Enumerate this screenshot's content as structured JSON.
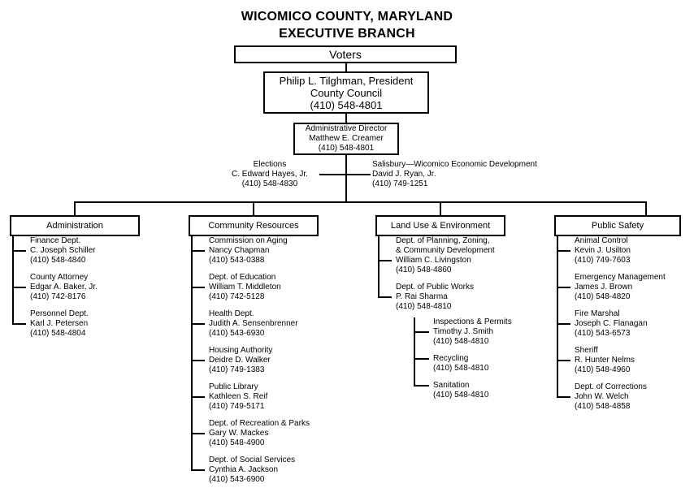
{
  "title": {
    "line1": "WICOMICO COUNTY, MARYLAND",
    "line2": "EXECUTIVE BRANCH"
  },
  "voters": {
    "label": "Voters"
  },
  "council": {
    "line1": "Philip L. Tilghman, President",
    "line2": "County Council",
    "phone": "(410) 548-4801"
  },
  "admin_director": {
    "line1": "Administrative Director",
    "line2": "Matthew E. Creamer",
    "phone": "(410) 548-4801"
  },
  "mid_entries": [
    {
      "title": "Elections",
      "name": "C. Edward Hayes, Jr.",
      "phone": "(410) 548-4830"
    },
    {
      "title": "Salisbury—Wicomico Economic Development",
      "name": "David J. Ryan, Jr.",
      "phone": "(410) 749-1251"
    }
  ],
  "departments": [
    {
      "name": "Administration",
      "entries": [
        {
          "title": "Finance Dept.",
          "name": "C. Joseph Schiller",
          "phone": "(410) 548-4840"
        },
        {
          "title": "County Attorney",
          "name": "Edgar A. Baker, Jr.",
          "phone": "(410) 742-8176"
        },
        {
          "title": "Personnel Dept.",
          "name": "Karl J. Petersen",
          "phone": "(410) 548-4804"
        }
      ]
    },
    {
      "name": "Community Resources",
      "entries": [
        {
          "title": "Commission on Aging",
          "name": "Nancy Chapman",
          "phone": "(410) 543-0388"
        },
        {
          "title": "Dept. of Education",
          "name": "William T. Middleton",
          "phone": "(410) 742-5128"
        },
        {
          "title": "Health Dept.",
          "name": "Judith A. Sensenbrenner",
          "phone": "(410) 543-6930"
        },
        {
          "title": "Housing Authority",
          "name": "Deidre D. Walker",
          "phone": "(410) 749-1383"
        },
        {
          "title": "Public Library",
          "name": "Kathleen S. Reif",
          "phone": "(410) 749-5171"
        },
        {
          "title": "Dept. of Recreation & Parks",
          "name": "Gary W. Mackes",
          "phone": "(410) 548-4900"
        },
        {
          "title": "Dept. of Social Services",
          "name": "Cynthia A. Jackson",
          "phone": "(410) 543-6900"
        }
      ]
    },
    {
      "name": "Land Use & Environment",
      "entries": [
        {
          "title": "Dept. of Planning, Zoning,",
          "title2": "& Community Development",
          "name": "William C. Livingston",
          "phone": "(410) 548-4860"
        },
        {
          "title": "Dept. of Public Works",
          "name": "P. Rai Sharma",
          "phone": "(410) 548-4810",
          "children": [
            {
              "title": "Inspections & Permits",
              "name": "Timothy J. Smith",
              "phone": "(410) 548-4810"
            },
            {
              "title": "Recycling",
              "phone": "(410) 548-4810"
            },
            {
              "title": "Sanitation",
              "phone": "(410) 548-4810"
            }
          ]
        }
      ]
    },
    {
      "name": "Public Safety",
      "entries": [
        {
          "title": "Animal Control",
          "name": "Kevin J. Usilton",
          "phone": "(410) 749-7603"
        },
        {
          "title": "Emergency Management",
          "name": "James J. Brown",
          "phone": "(410) 548-4820"
        },
        {
          "title": "Fire Marshal",
          "name": "Joseph C. Flanagan",
          "phone": "(410) 543-6573"
        },
        {
          "title": "Sheriff",
          "name": "R. Hunter Nelms",
          "phone": "(410) 548-4960"
        },
        {
          "title": "Dept. of Corrections",
          "name": "John W. Welch",
          "phone": "(410) 548-4858"
        }
      ]
    }
  ],
  "colors": {
    "ink": "#000000",
    "paper": "#ffffff"
  }
}
